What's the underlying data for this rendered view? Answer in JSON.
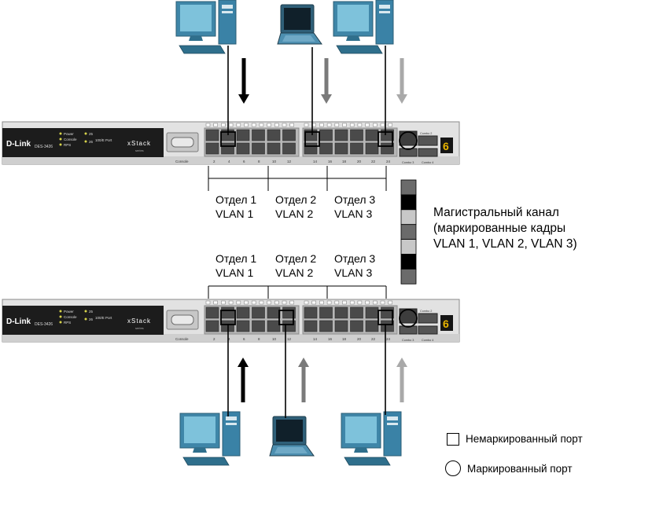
{
  "switches": [
    {
      "brand": "D-Link",
      "model": "DES-3426",
      "series": "xStack",
      "series_sub": "series",
      "leds": [
        "Power",
        "Console",
        "RPS"
      ],
      "leds2": [
        "25",
        "26"
      ],
      "port_caption": "100/E Port",
      "console_label": "Console",
      "port_numbers": [
        "2",
        "4",
        "6",
        "8",
        "10",
        "12",
        "14",
        "16",
        "18",
        "20",
        "22",
        "24"
      ],
      "combo_labels": [
        "Combo 1",
        "Combo 2",
        "Combo 3",
        "Combo 4"
      ],
      "unit_digit": "6"
    },
    {
      "brand": "D-Link",
      "model": "DES-3426",
      "series": "xStack",
      "series_sub": "series",
      "leds": [
        "Power",
        "Console",
        "RPS"
      ],
      "leds2": [
        "25",
        "26"
      ],
      "port_caption": "100/E Port",
      "console_label": "Console",
      "port_numbers": [
        "2",
        "4",
        "6",
        "8",
        "10",
        "12",
        "14",
        "16",
        "18",
        "20",
        "22",
        "24"
      ],
      "combo_labels": [
        "Combo 1",
        "Combo 2",
        "Combo 3",
        "Combo 4"
      ],
      "unit_digit": "6"
    }
  ],
  "top_groups": [
    {
      "dept": "Отдел 1",
      "vlan": "VLAN 1"
    },
    {
      "dept": "Отдел 2",
      "vlan": "VLAN 2"
    },
    {
      "dept": "Отдел 3",
      "vlan": "VLAN 3"
    }
  ],
  "bottom_groups": [
    {
      "dept": "Отдел 1",
      "vlan": "VLAN 1"
    },
    {
      "dept": "Отдел 2",
      "vlan": "VLAN 2"
    },
    {
      "dept": "Отдел 3",
      "vlan": "VLAN 3"
    }
  ],
  "trunk": {
    "line1": "Магистральный канал",
    "line2": "(маркированные кадры",
    "line3": "VLAN 1, VLAN 2, VLAN 3)",
    "segment_colors": [
      "#6b6b6b",
      "#000000",
      "#c8c8c8",
      "#6b6b6b",
      "#c8c8c8",
      "#000000",
      "#6b6b6b"
    ]
  },
  "legend": {
    "untagged": "Немаркированный порт",
    "tagged": "Маркированный порт"
  },
  "vlan_colors": {
    "vlan1": "#000000",
    "vlan2": "#7a7a7a",
    "vlan3": "#a9a9a9"
  },
  "devices_top": [
    "desktop-icon",
    "laptop-icon",
    "desktop-icon"
  ],
  "devices_bottom": [
    "desktop-icon",
    "laptop-icon",
    "desktop-icon"
  ]
}
